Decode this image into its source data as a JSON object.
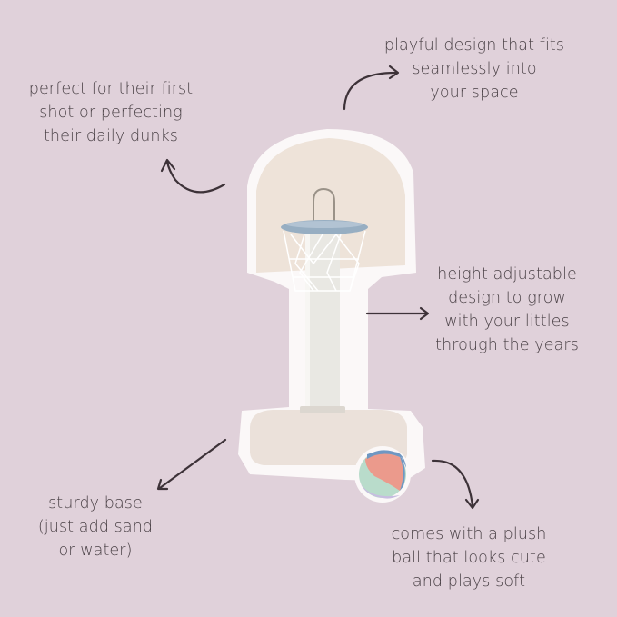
{
  "background_color": "#e0d1da",
  "text_color": "#4a4146",
  "product": {
    "name": "toddler basketball hoop",
    "colors": {
      "backboard": "#eee3d9",
      "rim": "#97aec2",
      "net": "#ffffff",
      "pole": "#e9e8e3",
      "base": "#ebe1da"
    }
  },
  "ball": {
    "colors": [
      "#6f97c2",
      "#eb9a8c",
      "#b9dccb",
      "#c7bde0"
    ]
  },
  "callouts": {
    "first_shot": {
      "lines": [
        "perfect for their first",
        "shot or perfecting",
        "their daily dunks"
      ]
    },
    "playful_design": {
      "lines": [
        "playful design that fits",
        "seamlessly into",
        "your space"
      ]
    },
    "height_adjustable": {
      "lines": [
        "height adjustable",
        "design to grow",
        "with your littles",
        "through the years"
      ]
    },
    "sturdy_base": {
      "lines": [
        "sturdy base",
        "(just add sand",
        "or water)"
      ]
    },
    "plush_ball": {
      "lines": [
        "comes with a plush",
        "ball that looks cute",
        "and plays soft"
      ]
    }
  }
}
